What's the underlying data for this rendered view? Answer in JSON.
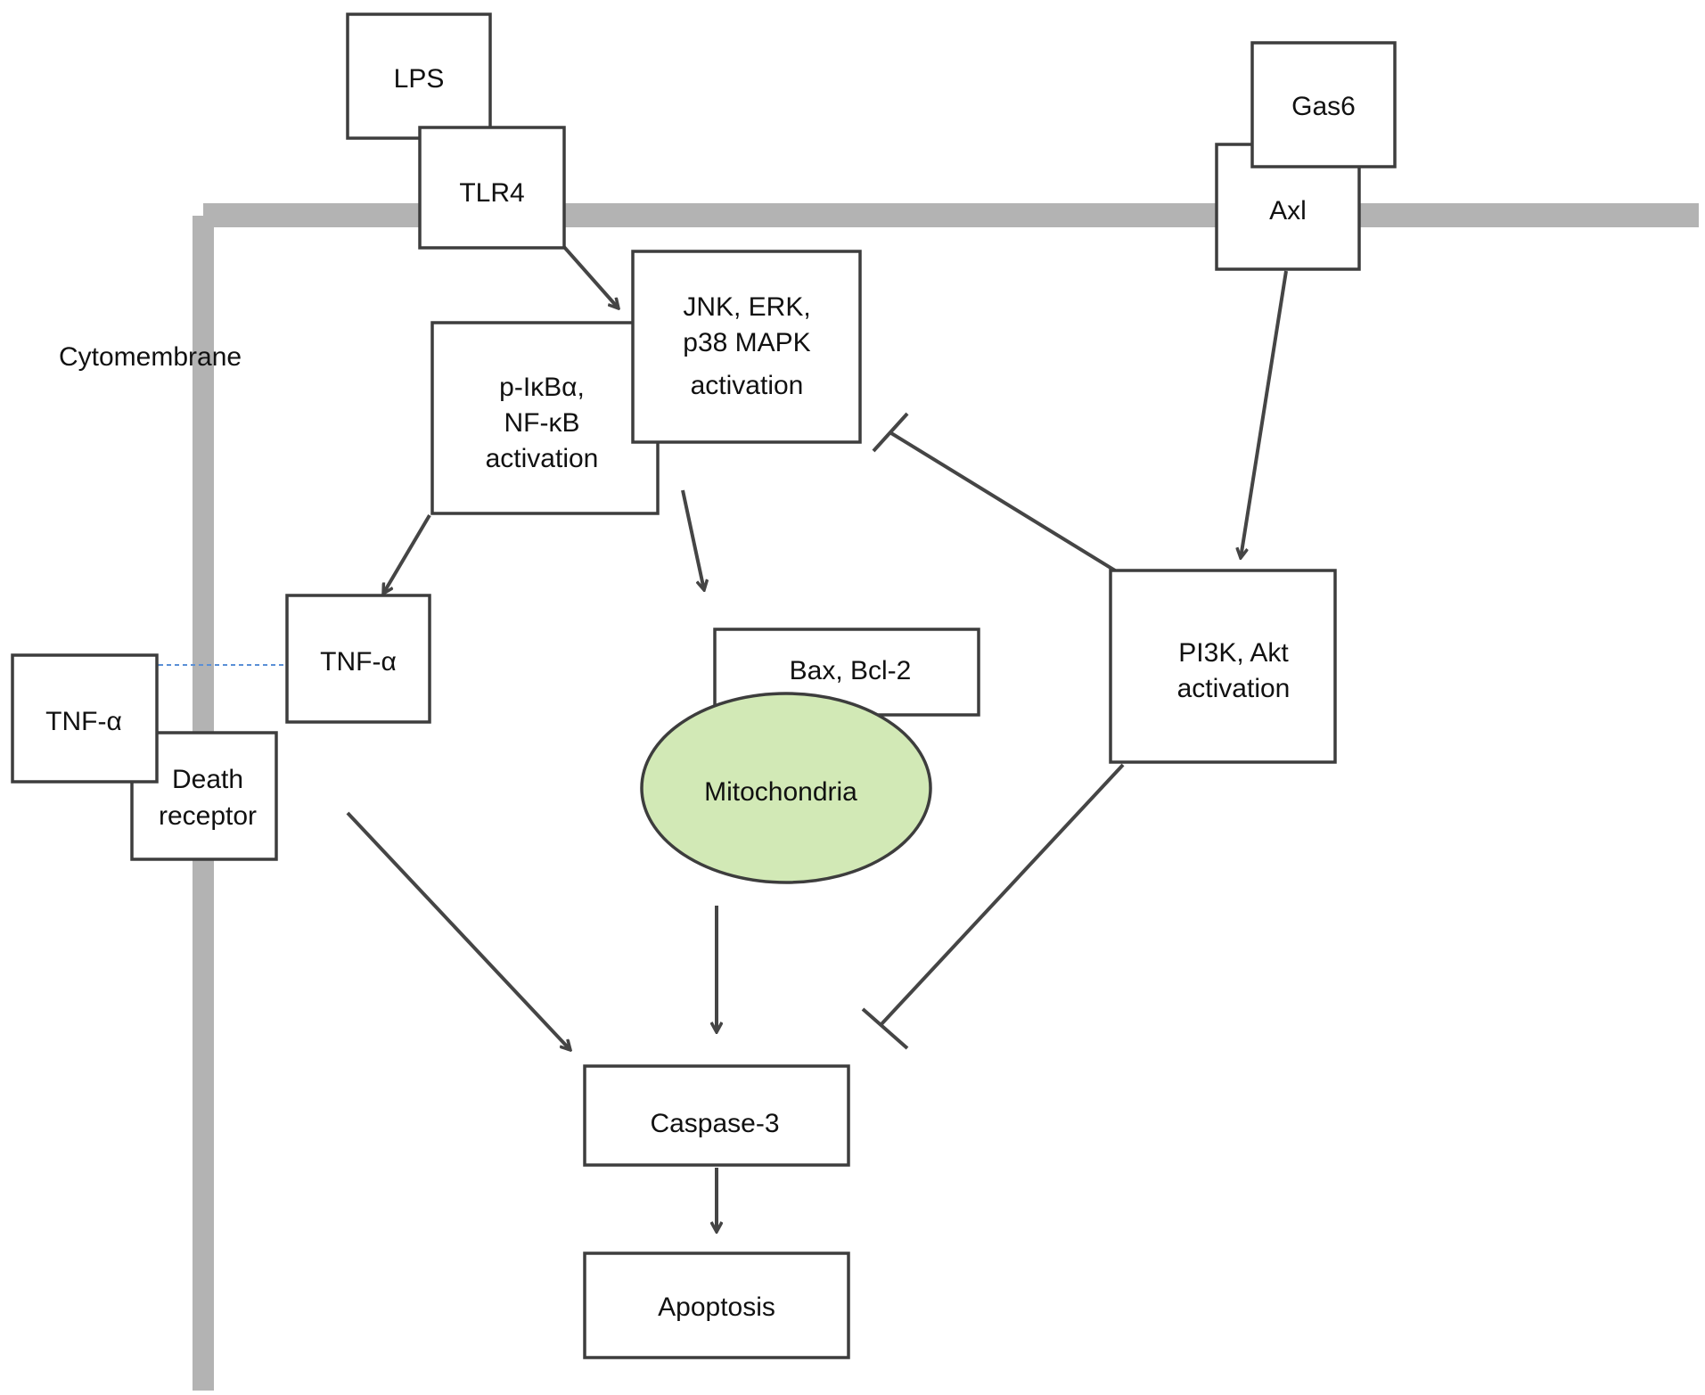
{
  "diagram": {
    "membrane_label": "Cytomembrane",
    "nodes": {
      "lps": [
        "LPS"
      ],
      "tlr4": [
        "TLR4"
      ],
      "gas6": [
        "Gas6"
      ],
      "axl": [
        "Axl"
      ],
      "mapk": [
        "JNK, ERK,",
        "p38 MAPK",
        "activation"
      ],
      "nfkb": [
        "p-IκBα,",
        "NF-κB",
        "activation"
      ],
      "tnfa_inner": [
        "TNF-α"
      ],
      "tnfa_outer": [
        "TNF-α"
      ],
      "death_receptor": [
        "Death",
        "receptor"
      ],
      "bax": [
        "Bax, Bcl-2"
      ],
      "mitochondria": [
        "Mitochondria"
      ],
      "pi3k": [
        "PI3K, Akt",
        "activation"
      ],
      "caspase3": [
        "Caspase-3"
      ],
      "apoptosis": [
        "Apoptosis"
      ]
    },
    "edges": [
      {
        "from": "tlr4",
        "to": "mapk",
        "kind": "activates"
      },
      {
        "from": "nfkb",
        "to": "tnfa_inner",
        "kind": "activates"
      },
      {
        "from": "tnfa_inner",
        "to": "tnfa_outer",
        "kind": "secreted (dashed)"
      },
      {
        "from": "nfkb",
        "to": "mitochondria",
        "kind": "activates"
      },
      {
        "from": "axl",
        "to": "pi3k",
        "kind": "activates"
      },
      {
        "from": "pi3k",
        "to": "mapk",
        "kind": "inhibits"
      },
      {
        "from": "death_receptor",
        "to": "caspase3",
        "kind": "activates"
      },
      {
        "from": "mitochondria",
        "to": "caspase3",
        "kind": "activates"
      },
      {
        "from": "pi3k",
        "to": "caspase3",
        "kind": "inhibits"
      },
      {
        "from": "caspase3",
        "to": "apoptosis",
        "kind": "activates"
      }
    ],
    "colors": {
      "membrane": "#b3b3b3",
      "mitochondria_fill": "#d2e9b6",
      "box_stroke": "#3d3d3d",
      "dashed_arrow": "#5a8fd6"
    }
  }
}
